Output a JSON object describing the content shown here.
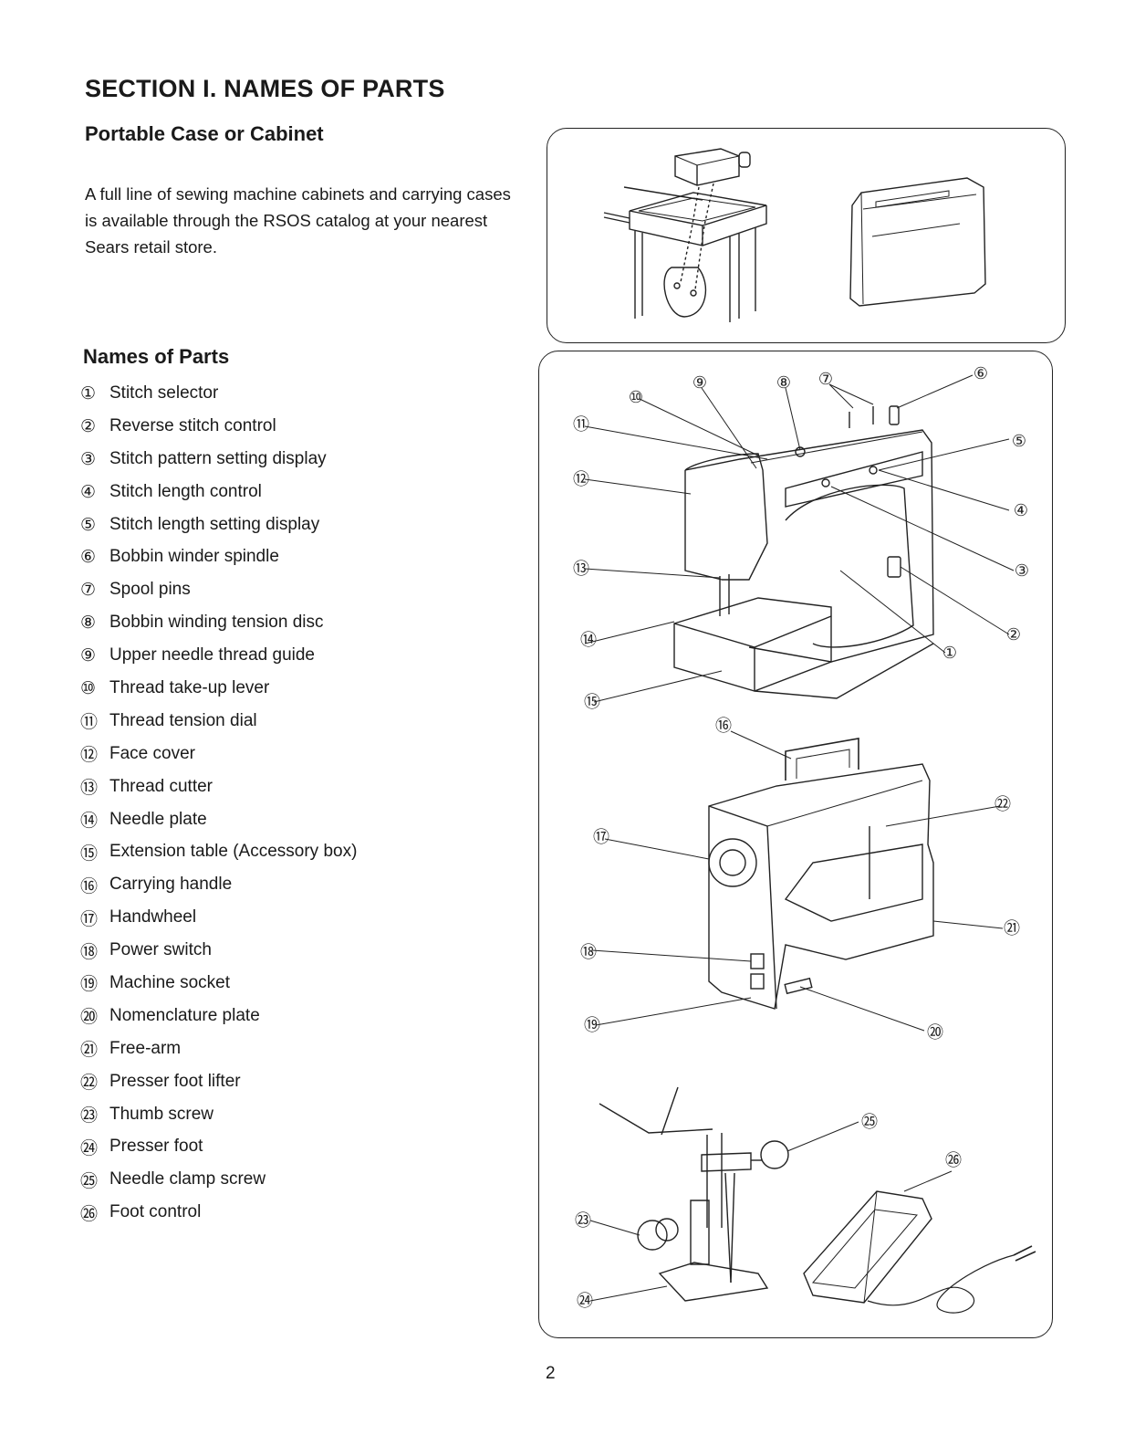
{
  "section_title": "SECTION I. NAMES OF PARTS",
  "portable_case": {
    "heading": "Portable Case or Cabinet",
    "text": "A full line of sewing machine cabinets and carrying cases is available through the RSOS catalog at your nearest Sears retail store."
  },
  "names_of_parts": {
    "heading": "Names of Parts",
    "items": [
      {
        "num": "①",
        "label": "Stitch selector"
      },
      {
        "num": "②",
        "label": "Reverse stitch control"
      },
      {
        "num": "③",
        "label": "Stitch pattern setting display"
      },
      {
        "num": "④",
        "label": "Stitch length control"
      },
      {
        "num": "⑤",
        "label": "Stitch length setting display"
      },
      {
        "num": "⑥",
        "label": "Bobbin winder spindle"
      },
      {
        "num": "⑦",
        "label": "Spool pins"
      },
      {
        "num": "⑧",
        "label": "Bobbin winding tension disc"
      },
      {
        "num": "⑨",
        "label": "Upper needle thread guide"
      },
      {
        "num": "⑩",
        "label": "Thread take-up lever"
      },
      {
        "num": "⑪",
        "label": "Thread tension dial"
      },
      {
        "num": "⑫",
        "label": "Face cover"
      },
      {
        "num": "⑬",
        "label": "Thread cutter"
      },
      {
        "num": "⑭",
        "label": "Needle plate"
      },
      {
        "num": "⑮",
        "label": "Extension table (Accessory box)"
      },
      {
        "num": "⑯",
        "label": "Carrying handle"
      },
      {
        "num": "⑰",
        "label": "Handwheel"
      },
      {
        "num": "⑱",
        "label": "Power switch"
      },
      {
        "num": "⑲",
        "label": "Machine socket"
      },
      {
        "num": "⑳",
        "label": "Nomenclature plate"
      },
      {
        "num": "㉑",
        "label": "Free-arm"
      },
      {
        "num": "㉒",
        "label": "Presser foot lifter"
      },
      {
        "num": "㉓",
        "label": "Thumb screw"
      },
      {
        "num": "㉔",
        "label": "Presser foot"
      },
      {
        "num": "㉕",
        "label": "Needle clamp screw"
      },
      {
        "num": "㉖",
        "label": "Foot control"
      }
    ]
  },
  "callouts": {
    "c1": "①",
    "c2": "②",
    "c3": "③",
    "c4": "④",
    "c5": "⑤",
    "c6": "⑥",
    "c7": "⑦",
    "c8": "⑧",
    "c9": "⑨",
    "c10": "⑩",
    "c11": "⑪",
    "c12": "⑫",
    "c13": "⑬",
    "c14": "⑭",
    "c15": "⑮",
    "c16": "⑯",
    "c17": "⑰",
    "c18": "⑱",
    "c19": "⑲",
    "c20": "⑳",
    "c21": "㉑",
    "c22": "㉒",
    "c23": "㉓",
    "c24": "㉔",
    "c25": "㉕",
    "c26": "㉖"
  },
  "page_number": "2"
}
